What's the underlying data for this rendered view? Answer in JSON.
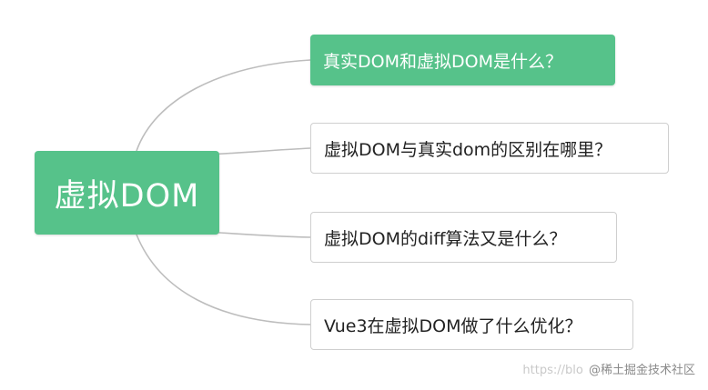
{
  "diagram": {
    "root": {
      "label": "虚拟DOM",
      "color": "#56c28a"
    },
    "children": [
      {
        "label": "真实DOM和虚拟DOM是什么？",
        "selected": true
      },
      {
        "label": "虚拟DOM与真实dom的区别在哪里？",
        "selected": false
      },
      {
        "label": "虚拟DOM的diff算法又是什么？",
        "selected": false
      },
      {
        "label": "Vue3在虚拟DOM做了什么优化？",
        "selected": false
      }
    ],
    "connector_color": "#bdbdbd"
  },
  "watermark": {
    "url": "https://blo",
    "label": "@稀土掘金技术社区"
  }
}
